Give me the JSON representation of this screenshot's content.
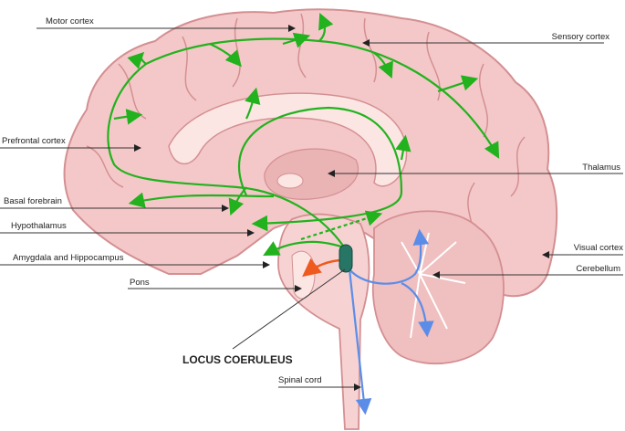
{
  "labels": {
    "motor_cortex": "Motor cortex",
    "sensory_cortex": "Sensory cortex",
    "prefrontal_cortex": "Prefrontal cortex",
    "thalamus": "Thalamus",
    "basal_forebrain": "Basal forebrain",
    "hypothalamus": "Hypothalamus",
    "visual_cortex": "Visual cortex",
    "amygdala_hippocampus": "Amygdala and Hippocampus",
    "cerebellum": "Cerebellum",
    "pons": "Pons",
    "locus_coeruleus": "LOCUS COERULEUS",
    "spinal_cord": "Spinal cord"
  },
  "colors": {
    "brain_fill": "#f4c8c8",
    "brain_outline": "#d48f92",
    "inner_fill": "#fbe6e4",
    "ascending_pathway": "#22b21e",
    "descending_pathway": "#5b8de8",
    "pons_projection": "#ef5a1e",
    "locus_coeruleus": "#267565"
  }
}
